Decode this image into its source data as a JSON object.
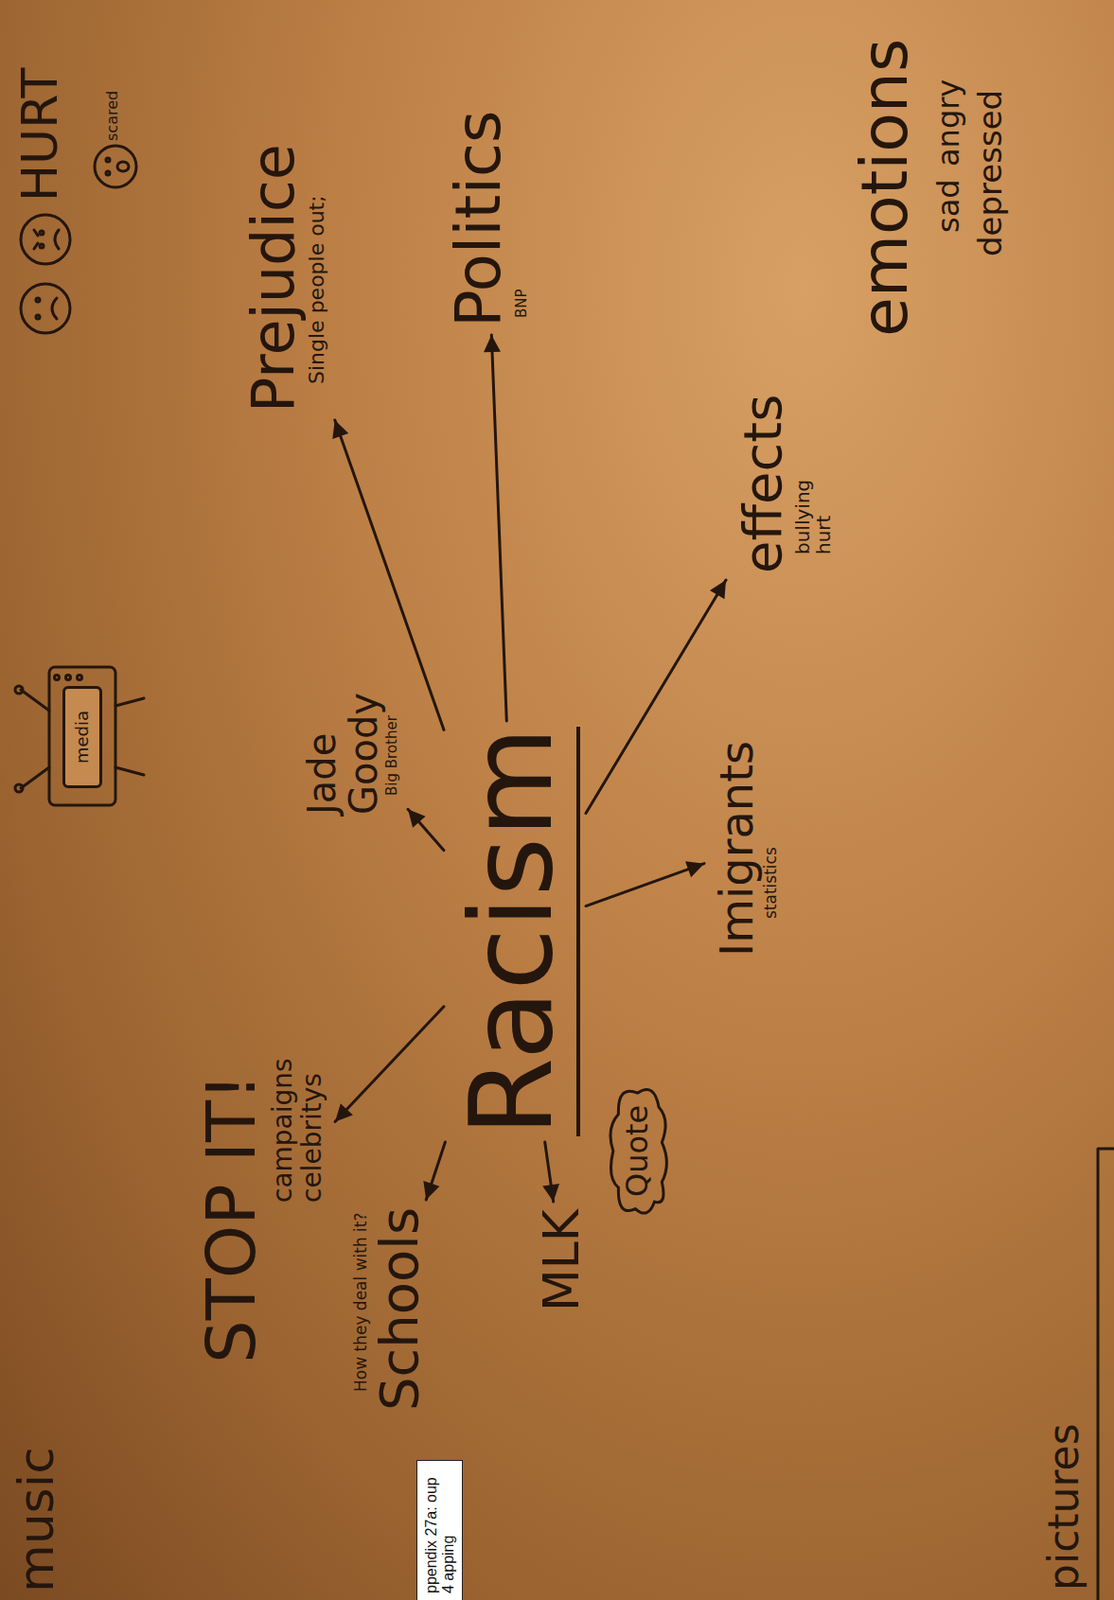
{
  "diagram": {
    "nodes": [
      {
        "text": [
          "Racism"
        ]
      },
      {
        "text": [
          "STOP IT!",
          "campaigns celebritys"
        ]
      },
      {
        "text": [
          "Schools",
          "How they deal with it?"
        ]
      },
      {
        "text": [
          "MLK"
        ]
      },
      {
        "text": [
          "Quote"
        ]
      },
      {
        "text": [
          "Imigrants",
          "statistics"
        ]
      },
      {
        "text": [
          "Jade Goody",
          "Big Brother"
        ]
      },
      {
        "text": [
          "media"
        ]
      },
      {
        "text": [
          "effects",
          "bullying hurt"
        ]
      },
      {
        "text": [
          "Prejudice",
          "Single people out;"
        ]
      },
      {
        "text": [
          "Politics",
          "BNP"
        ]
      },
      {
        "text": [
          "ppendix 27a: oup 4 apping"
        ]
      }
    ],
    "edges": [
      {
        "from": 0,
        "to": 1,
        "arrow": "to"
      },
      {
        "from": 0,
        "to": 2,
        "arrow": "to"
      },
      {
        "from": 0,
        "to": 3,
        "arrow": "to"
      },
      {
        "from": 0,
        "to": 5,
        "arrow": "to"
      },
      {
        "from": 0,
        "to": 6,
        "arrow": "to"
      },
      {
        "from": 0,
        "to": 8,
        "arrow": "to"
      },
      {
        "from": 0,
        "to": 9,
        "arrow": "to"
      },
      {
        "from": 0,
        "to": 10,
        "arrow": "to"
      }
    ],
    "labels": [
      "music",
      "pictures",
      "emotions",
      "sad",
      "angry",
      "depressed",
      "HURT",
      "scared"
    ]
  }
}
